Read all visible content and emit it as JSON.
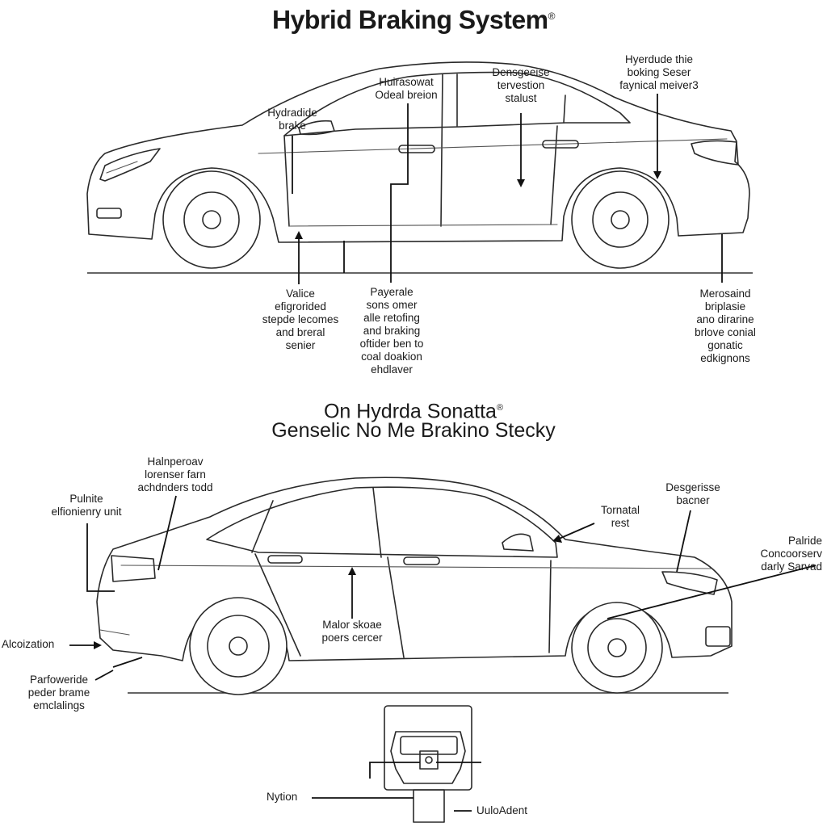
{
  "title": "Hybrid Braking System",
  "title_mark": "®",
  "subtitle_line1": "On Hydrda Sonatta",
  "subtitle_mark": "®",
  "subtitle_line2": "Genselic No Me Brakino Stecky",
  "top_car_labels": {
    "hydradide_brake": "Hydradide\nbrake",
    "hudraswat": "Huirasowat\nOdeal breion",
    "densgeise": "Densgeeise\ntervestion\nstalust",
    "hyerdude": "Hyerdude thie\nboking Seser\nfaynical meiver3",
    "valice": "Valice\nefigrorided\nstepde lecomes\nand breral\nsenier",
    "payerale": "Payerale\nsons omer\nalle retofing\nand braking\noftider ben to\ncoal doakion\nehdlaver",
    "merosaind": "Merosaind\nbriplasie\nano dirarine\nbrlove conial\ngonatic\nedkignons"
  },
  "bottom_car_labels": {
    "halrperoav": "Halnperoav\nlorenser farn\nachdnders todd",
    "pulnite": "Pulnite\nelfionienry unit",
    "tornatal": "Tornatal\nrest",
    "designise": "Desgerisse\nbacner",
    "palride": "Palride\nConcoorserv\ndarly Sarvad",
    "malor_skoae": "Malor skoae\npoers cercer",
    "alcoization": "Alcoization",
    "parfoweride": "Parfoweride\npeder brame\nemclalings",
    "nytion": "Nytion",
    "uulodent": "UuloAdent"
  }
}
